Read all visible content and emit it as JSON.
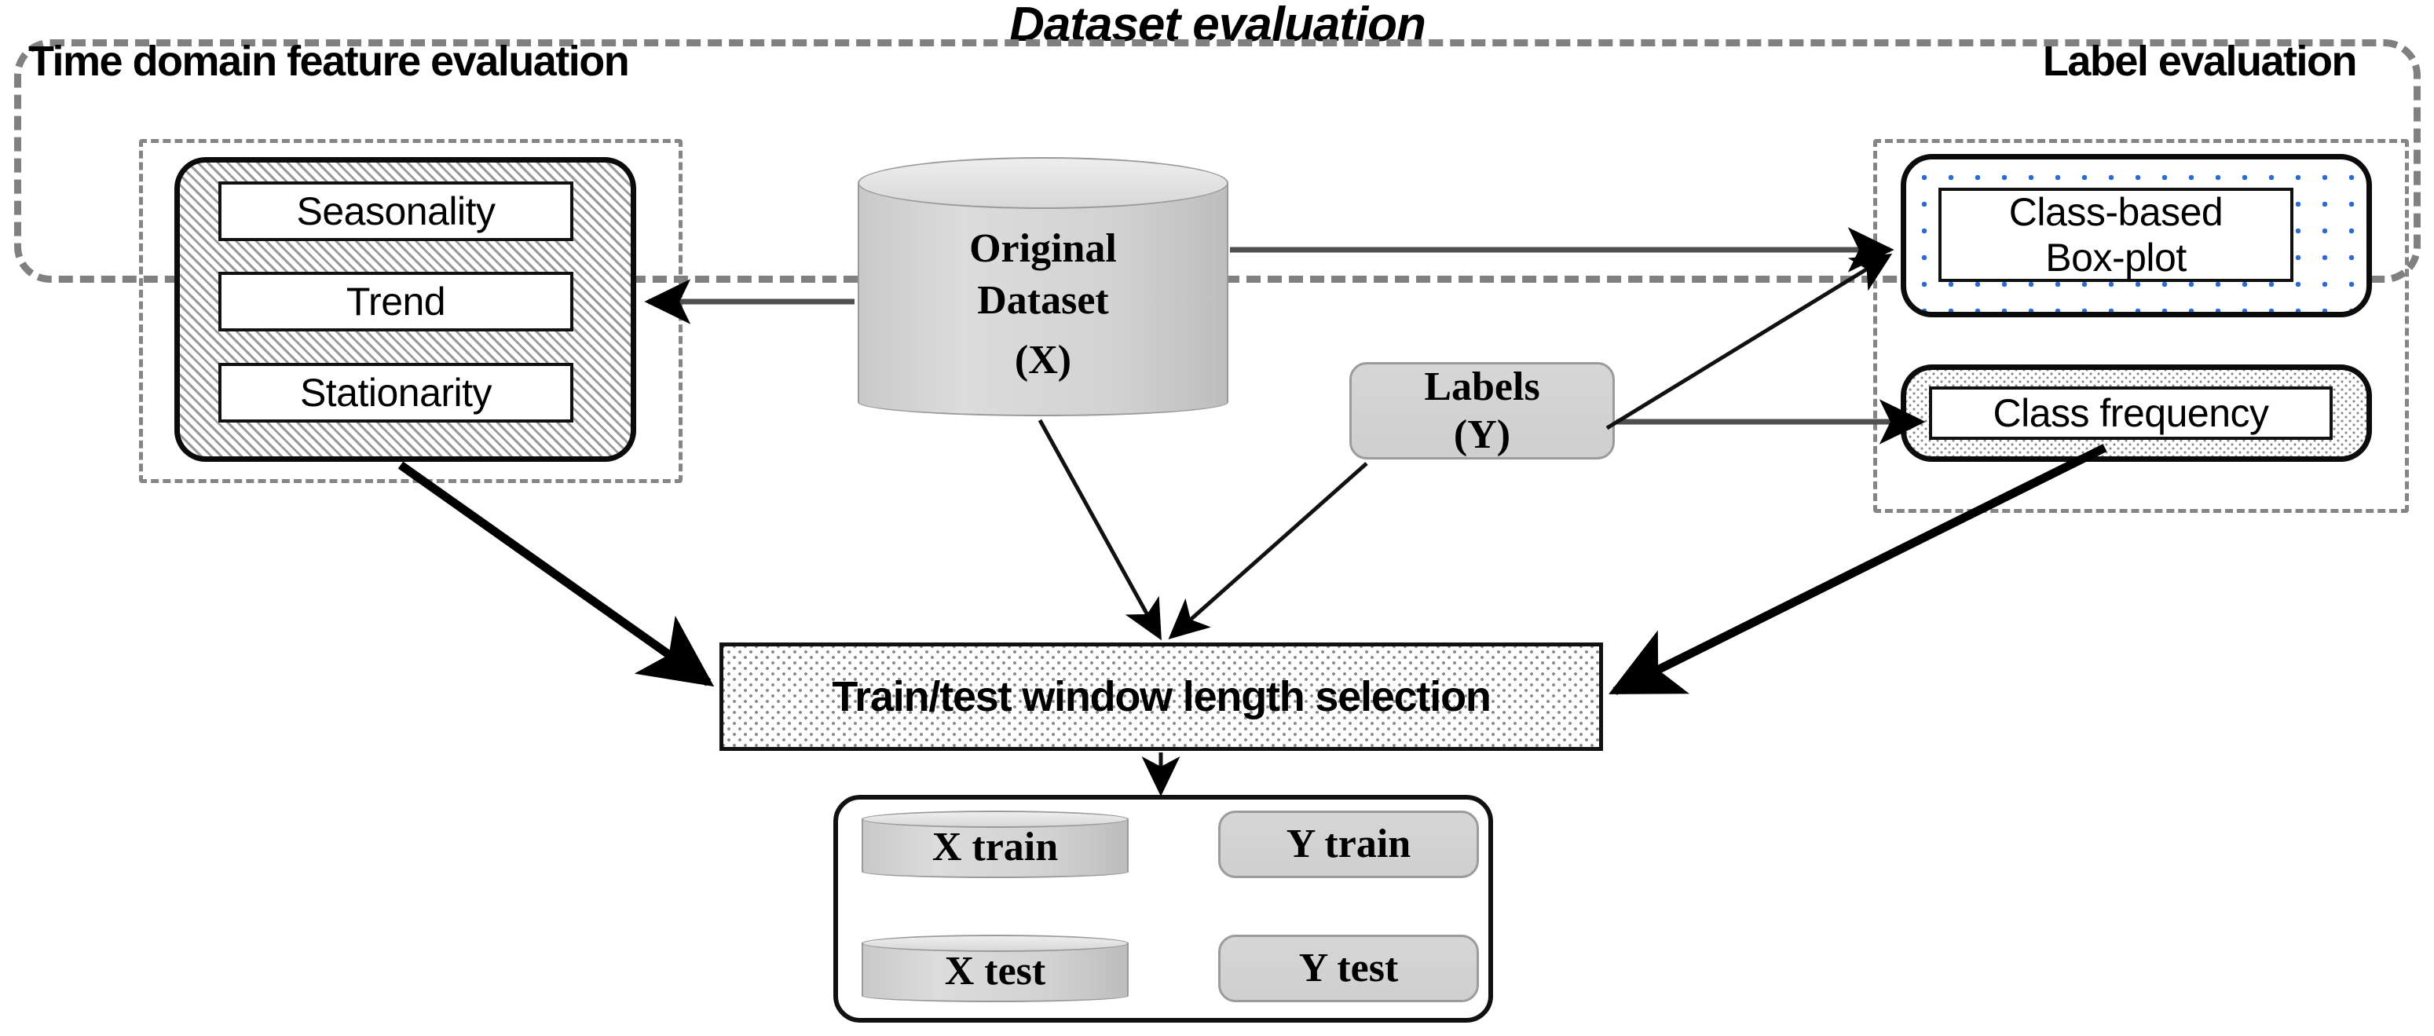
{
  "diagram": {
    "title": "Dataset evaluation",
    "groups": {
      "left": {
        "label": "Time domain feature evaluation"
      },
      "right": {
        "label": "Label evaluation"
      }
    },
    "time_domain_features": [
      {
        "label": "Seasonality"
      },
      {
        "label": "Trend"
      },
      {
        "label": "Stationarity"
      }
    ],
    "dataset": {
      "line1": "Original",
      "line2": "Dataset",
      "line3": "(X)"
    },
    "labels_node": {
      "line1": "Labels",
      "line2": "(Y)"
    },
    "label_evaluation": {
      "boxplot_line1": "Class-based",
      "boxplot_line2": "Box-plot",
      "class_frequency": "Class frequency"
    },
    "window_selection": {
      "label": "Train/test window length selection"
    },
    "splits": [
      {
        "label": "X train",
        "shape": "cylinder"
      },
      {
        "label": "Y train",
        "shape": "rounded-rect"
      },
      {
        "label": "X test",
        "shape": "cylinder"
      },
      {
        "label": "Y test",
        "shape": "rounded-rect"
      }
    ],
    "colors": {
      "frame": "#808080",
      "outline": "#0b0b0b",
      "node_fill": "#d2d2d2",
      "hatch": "#9a9a9a",
      "dots_blue": "#2b6bd6",
      "arrow_gray": "#5a5a5a",
      "arrow_black": "#000000"
    }
  }
}
